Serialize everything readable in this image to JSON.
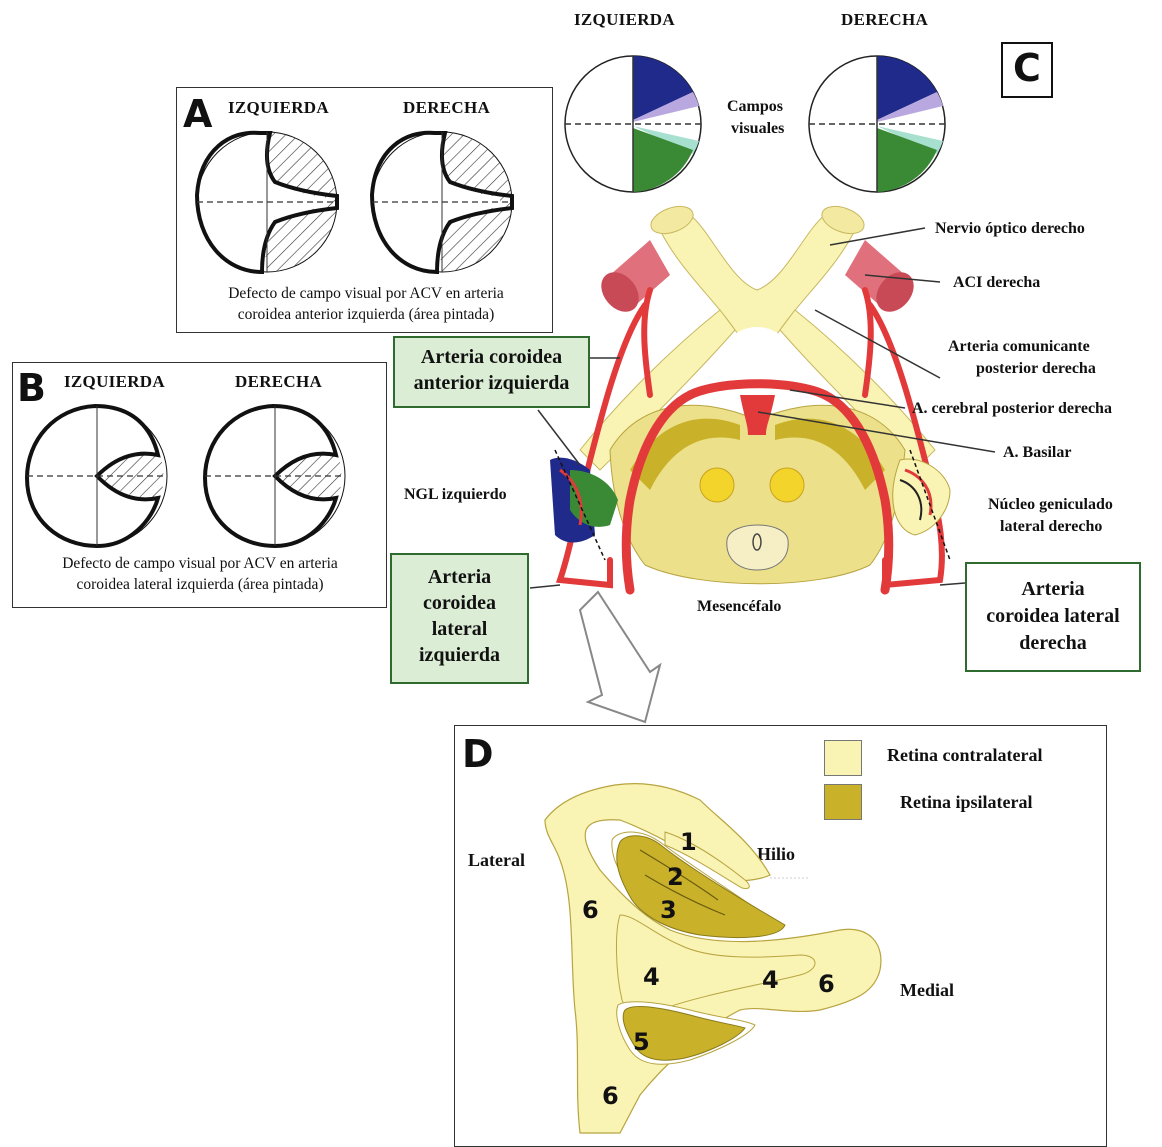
{
  "panel_a": {
    "letter": "A",
    "left_title": "IZQUIERDA",
    "right_title": "DERECHA",
    "caption_line1": "Defecto de campo visual por ACV en arteria",
    "caption_line2": "coroidea anterior izquierda (área pintada)"
  },
  "panel_b": {
    "letter": "B",
    "left_title": "IZQUIERDA",
    "right_title": "DERECHA",
    "caption_line1": "Defecto de campo visual por ACV en arteria",
    "caption_line2": "coroidea lateral izquierda (área pintada)"
  },
  "panel_c": {
    "letter": "C",
    "left_title": "IZQUIERDA",
    "right_title": "DERECHA",
    "fields_line1": "Campos",
    "fields_line2": "visuales",
    "labels": {
      "optic_nerve": "Nervio óptico derecho",
      "aci": "ACI derecha",
      "pcom_line1": "Arteria comunicante",
      "pcom_line2": "posterior derecha",
      "pca": "A. cerebral posterior derecha",
      "basilar": "A. Basilar",
      "lgn_left": "NGL izquierdo",
      "lgn_right_line1": "Núcleo geniculado",
      "lgn_right_line2": "lateral derecho",
      "midbrain": "Mesencéfalo"
    },
    "boxes": {
      "ant_chor_line1": "Arteria coroidea",
      "ant_chor_line2": "anterior izquierda",
      "lat_chor_left_line1": "Arteria",
      "lat_chor_left_line2": "coroidea",
      "lat_chor_left_line3": "lateral",
      "lat_chor_left_line4": "izquierda",
      "lat_chor_right_line1": "Arteria",
      "lat_chor_right_line2": "coroidea lateral",
      "lat_chor_right_line3": "derecha"
    },
    "colors": {
      "upper_field": "#1f2a8a",
      "lower_field": "#3a8a35",
      "optic_tract": "#f9f3b4",
      "midbrain": "#ece08a",
      "artery": "#e23a3a",
      "aci": "#e0707c"
    }
  },
  "panel_d": {
    "letter": "D",
    "legend_contralateral": "Retina contralateral",
    "legend_ipsilateral": "Retina ipsilateral",
    "lateral": "Lateral",
    "medial": "Medial",
    "hilio": "Hilio",
    "layers": [
      "1",
      "2",
      "3",
      "4",
      "4",
      "5",
      "6",
      "6",
      "6"
    ],
    "colors": {
      "contralateral": "#f9f3b4",
      "ipsilateral": "#c9b22a"
    }
  }
}
